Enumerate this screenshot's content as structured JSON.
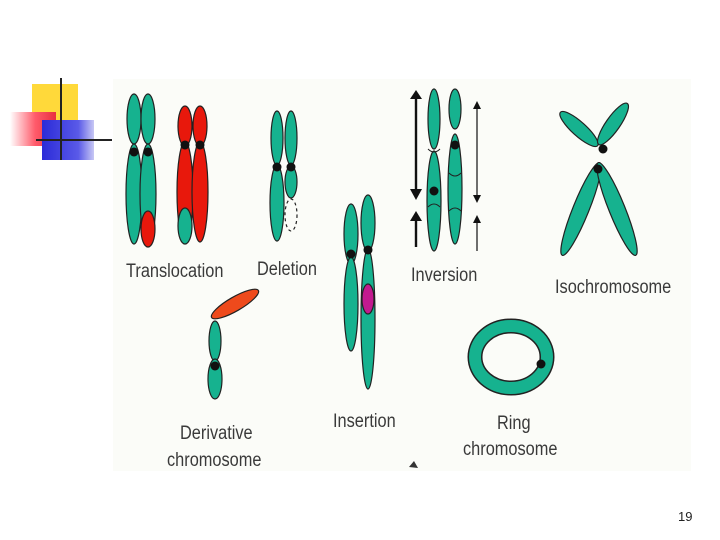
{
  "colors": {
    "chromosome": "#16b28f",
    "translocated": "#e8180c",
    "derivative_segment": "#ee4a1c",
    "insertion": "#c21a8f",
    "outline": "#222222",
    "centromere": "#111111"
  },
  "labels": {
    "translocation": "Translocation",
    "deletion": "Deletion",
    "inversion": "Inversion",
    "isochromosome": "Isochromosome",
    "derivative_line1": "Derivative",
    "derivative_line2": "chromosome",
    "insertion": "Insertion",
    "ring_line1": "Ring",
    "ring_line2": "chromosome"
  },
  "page_number": "19"
}
